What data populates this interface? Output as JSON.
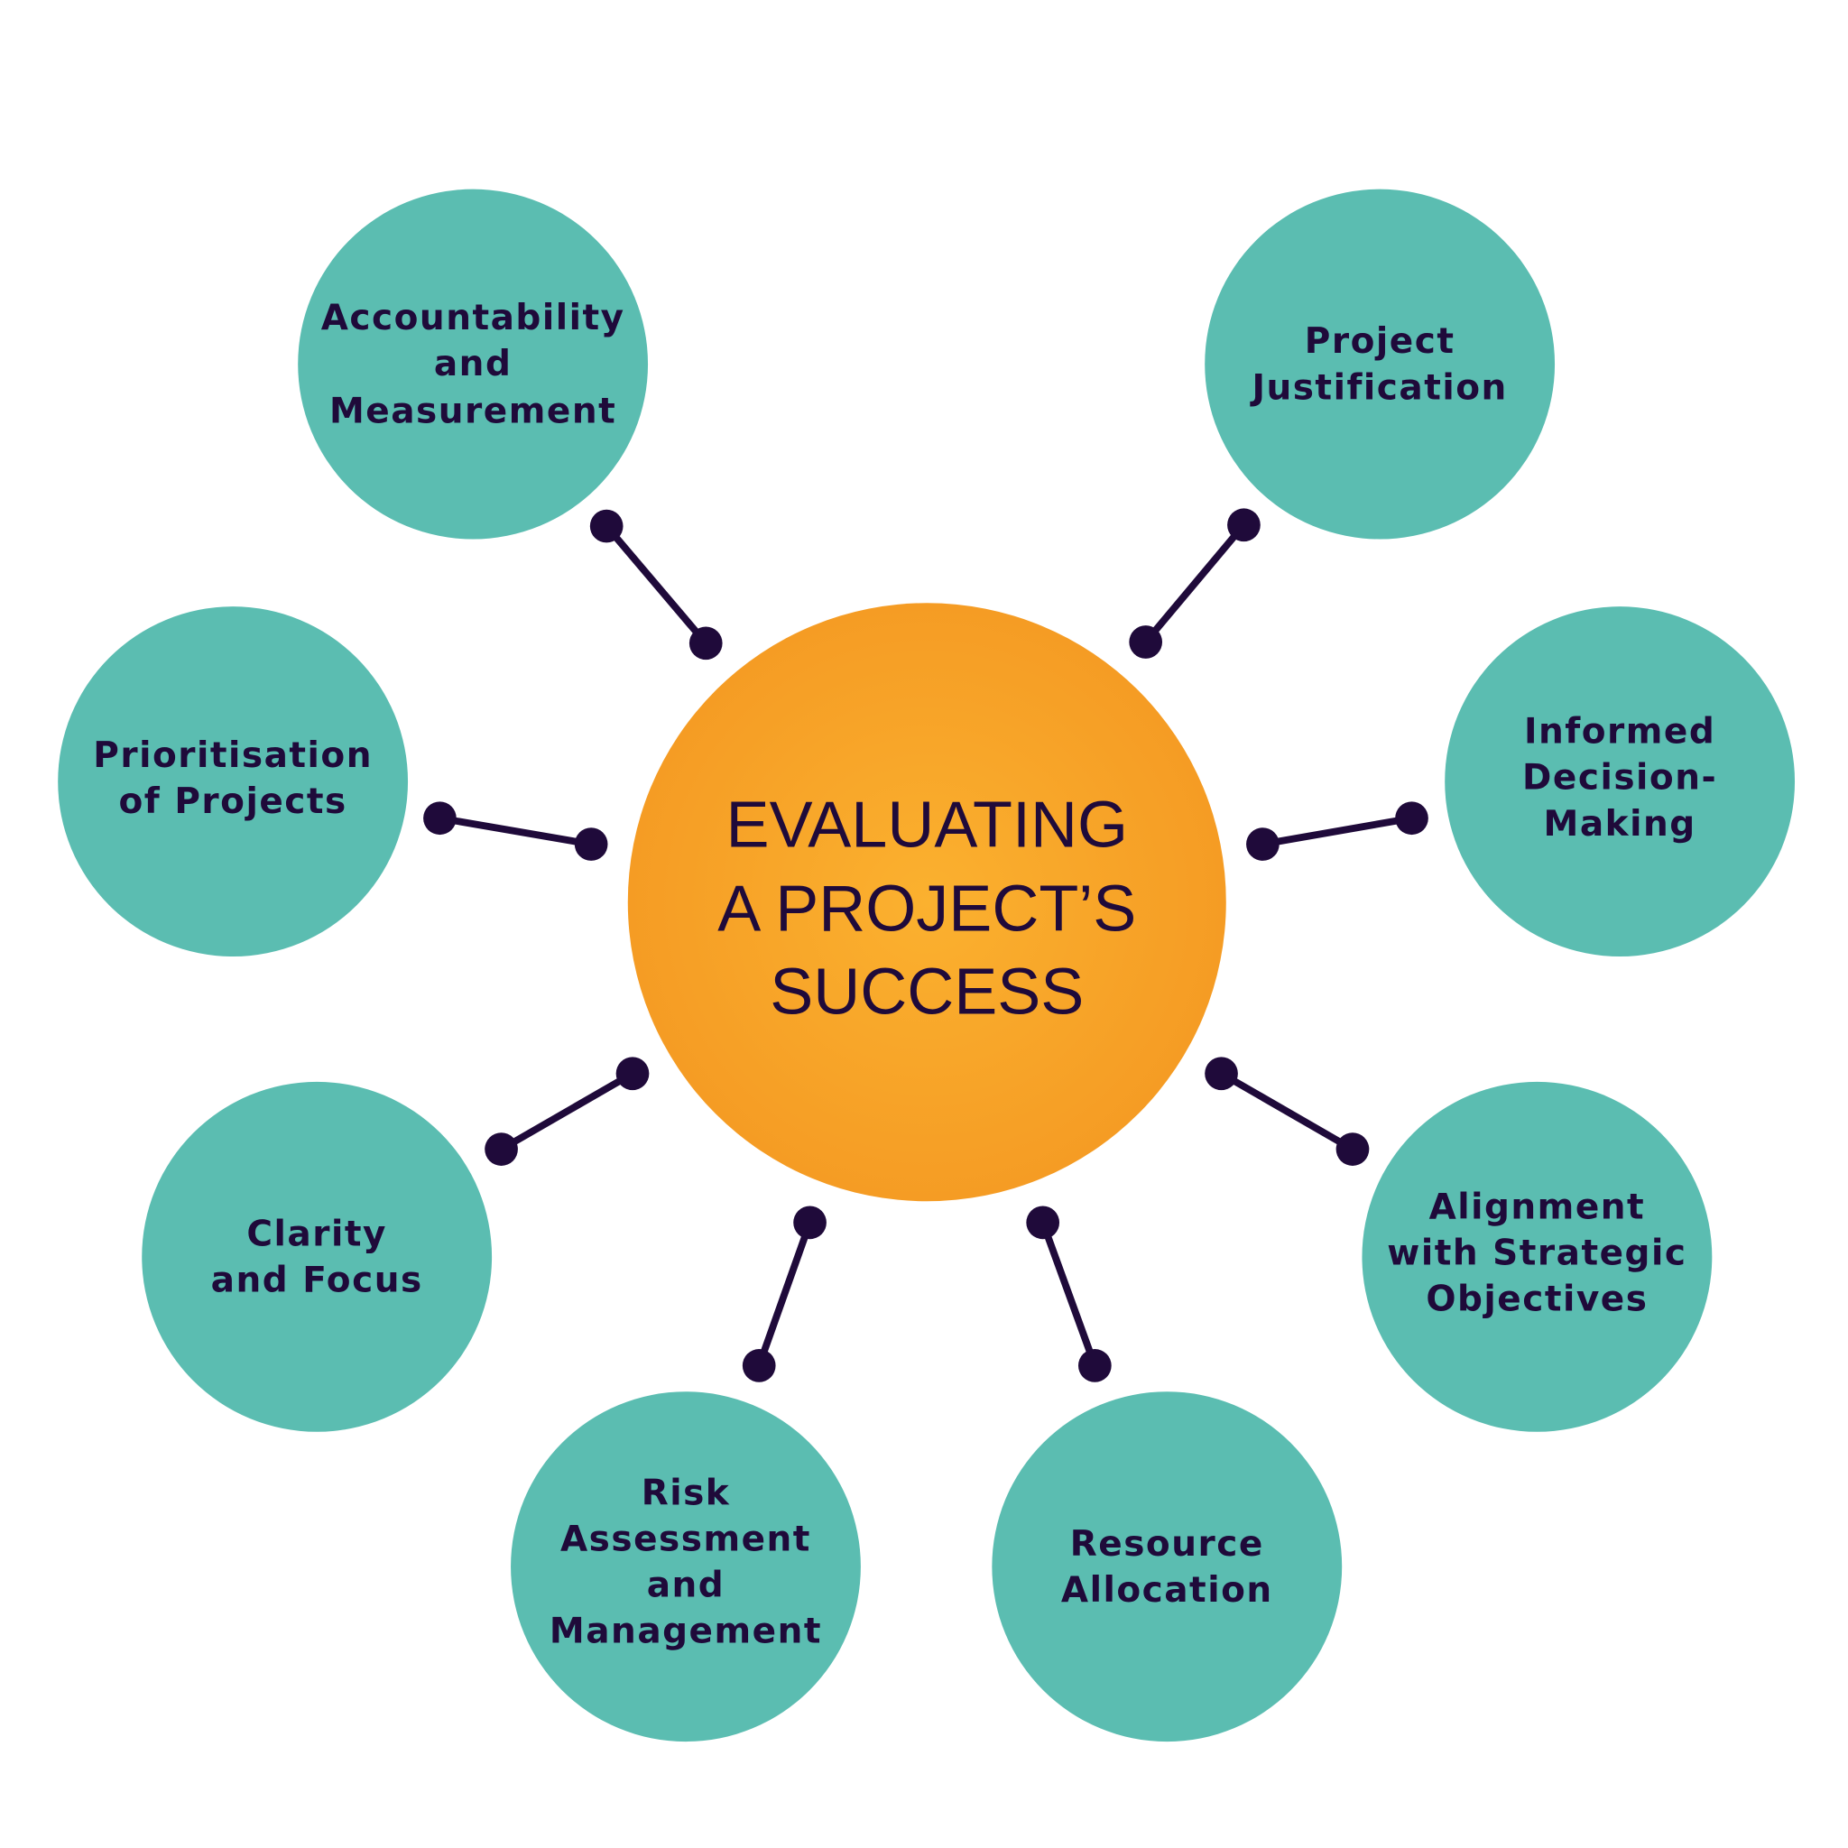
{
  "colors": {
    "background": "#ffffff",
    "node_fill": "#5bbdb1",
    "text": "#1f0a3a",
    "connector": "#1f0a3a",
    "center_light": "#fbb12f",
    "center_dark": "#f59c24"
  },
  "center": {
    "lines": [
      "EVALUATING",
      "A PROJECT’S",
      "SUCCESS"
    ]
  },
  "nodes": [
    {
      "id": "accountability-and-measurement",
      "lines": [
        "Accountability",
        "and",
        "Measurement"
      ]
    },
    {
      "id": "project-justification",
      "lines": [
        "Project",
        "Justification"
      ]
    },
    {
      "id": "prioritisation-of-projects",
      "lines": [
        "Prioritisation",
        "of Projects"
      ]
    },
    {
      "id": "informed-decision-making",
      "lines": [
        "Informed",
        "Decision-",
        "Making"
      ]
    },
    {
      "id": "clarity-and-focus",
      "lines": [
        "Clarity",
        "and Focus"
      ]
    },
    {
      "id": "alignment-with-strategic-objectives",
      "lines": [
        "Alignment",
        "with Strategic",
        "Objectives"
      ]
    },
    {
      "id": "risk-assessment-and-management",
      "lines": [
        "Risk",
        "Assessment",
        "and",
        "Management"
      ]
    },
    {
      "id": "resource-allocation",
      "lines": [
        "Resource",
        "Allocation"
      ]
    }
  ]
}
